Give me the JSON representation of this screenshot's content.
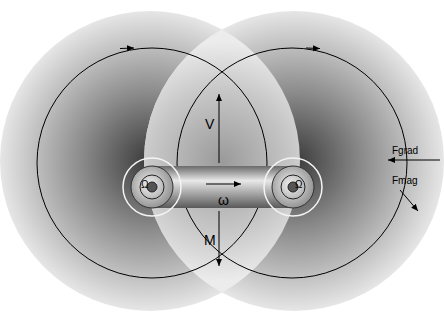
{
  "diagram": {
    "labels": [
      "V",
      "Ω",
      "ω",
      "Ω",
      "Fgrad",
      "Fmag",
      "M"
    ]
  }
}
